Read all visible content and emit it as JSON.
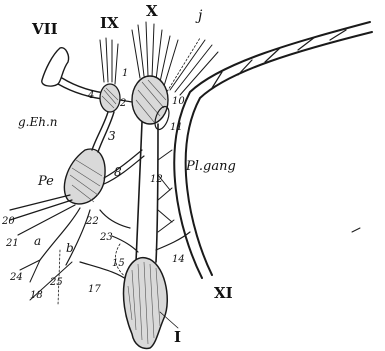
{
  "figure": {
    "labels": {
      "VII": "VII",
      "IX": "IX",
      "X": "X",
      "j": "j",
      "g_eh_n": "g.Eh.n",
      "pe": "Pe",
      "pl_gang": "Pl.gang",
      "XI": "XI",
      "I": "I",
      "n1": "1",
      "n2": "2",
      "n3": "3",
      "n4": "4",
      "n8": "8",
      "n10": "10",
      "n11": "11",
      "n12": "12",
      "n14": "14",
      "n15": "15",
      "n17": "17",
      "n18": "18",
      "n20": "20",
      "n21": "21",
      "n22": "22",
      "n23": "23",
      "n24": "24",
      "n25": "25",
      "a": "a",
      "b": "b"
    }
  }
}
